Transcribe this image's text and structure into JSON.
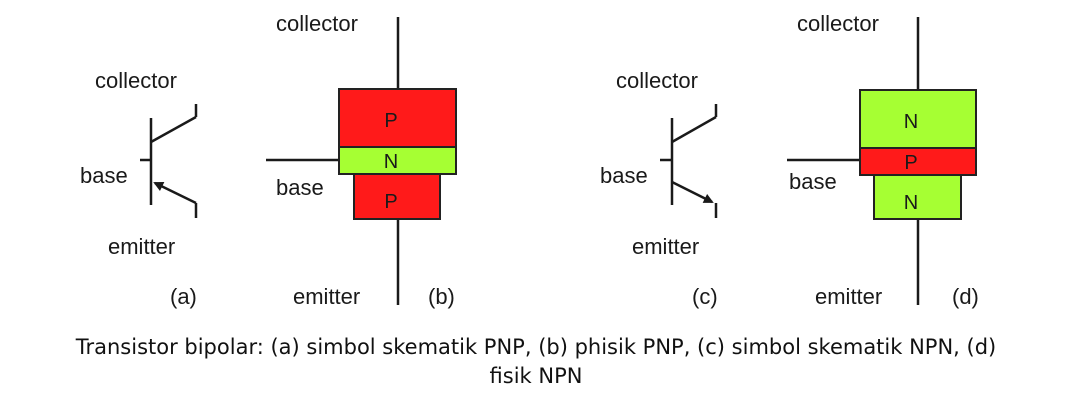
{
  "diagram": {
    "colors": {
      "p_layer": "#ff1a1a",
      "n_layer": "#a6ff33",
      "line": "#1a1a1a",
      "border": "#222222"
    },
    "a": {
      "collector": "collector",
      "base": "base",
      "emitter": "emitter",
      "tag": "(a)"
    },
    "b": {
      "collector": "collector",
      "base": "base",
      "emitter": "emitter",
      "tag": "(b)",
      "layers": [
        "P",
        "N",
        "P"
      ]
    },
    "c": {
      "collector": "collector",
      "base": "base",
      "emitter": "emitter",
      "tag": "(c)"
    },
    "d": {
      "collector": "collector",
      "base": "base",
      "emitter": "emitter",
      "tag": "(d)",
      "layers": [
        "N",
        "P",
        "N"
      ]
    }
  },
  "caption": {
    "line1": "Transistor bipolar: (a) simbol skematik PNP, (b) phisik PNP, (c) simbol skematik NPN, (d)",
    "line2": "fisik NPN"
  }
}
